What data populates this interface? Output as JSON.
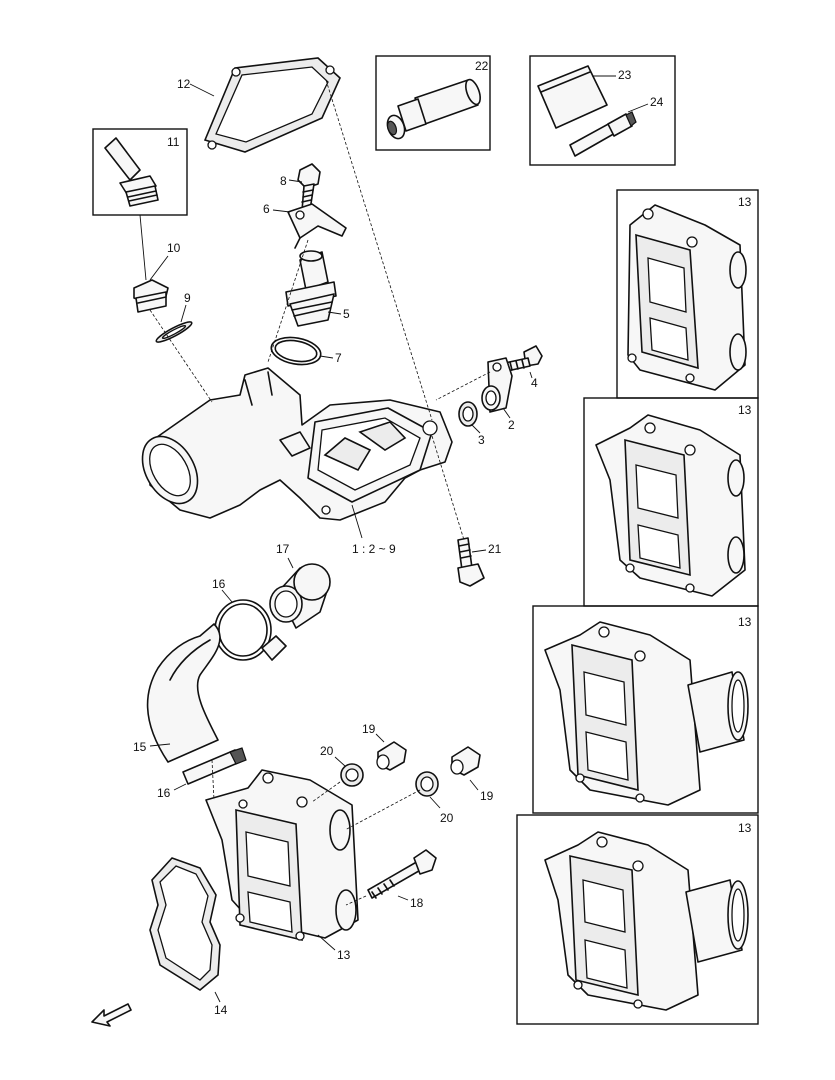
{
  "labels": {
    "n1_range": "1 : 2 ~ 9",
    "n2": "2",
    "n3": "3",
    "n4": "4",
    "n5": "5",
    "n6": "6",
    "n7": "7",
    "n8": "8",
    "n9": "9",
    "n10": "10",
    "n11": "11",
    "n12": "12",
    "n13_main": "13",
    "n13_alt1": "13",
    "n13_alt2": "13",
    "n13_alt3": "13",
    "n13_alt4": "13",
    "n14": "14",
    "n15": "15",
    "n16_clamp": "16",
    "n16_pin": "16",
    "n17": "17",
    "n18": "18",
    "n19_left": "19",
    "n19_right": "19",
    "n20_left": "20",
    "n20_right": "20",
    "n21": "21",
    "n22": "22",
    "n23": "23",
    "n24": "24"
  },
  "icons": {
    "direction": "front-direction-arrow-icon"
  }
}
